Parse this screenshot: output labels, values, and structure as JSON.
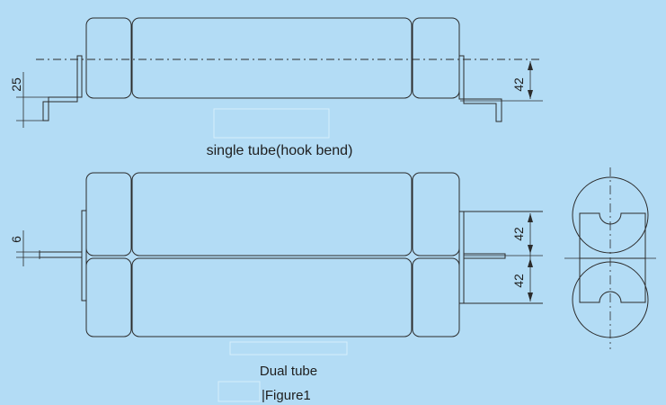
{
  "captions": {
    "single_tube": "single tube(hook bend)",
    "dual_tube": "Dual tube",
    "figure": "|Figure1"
  },
  "dimensions": {
    "hook_height": "25",
    "single_offset": "42",
    "terminal_width": "6",
    "dual_upper": "42",
    "dual_lower": "42"
  },
  "colors": {
    "background": "#b3dcf5",
    "line": "#2b2b2b"
  }
}
